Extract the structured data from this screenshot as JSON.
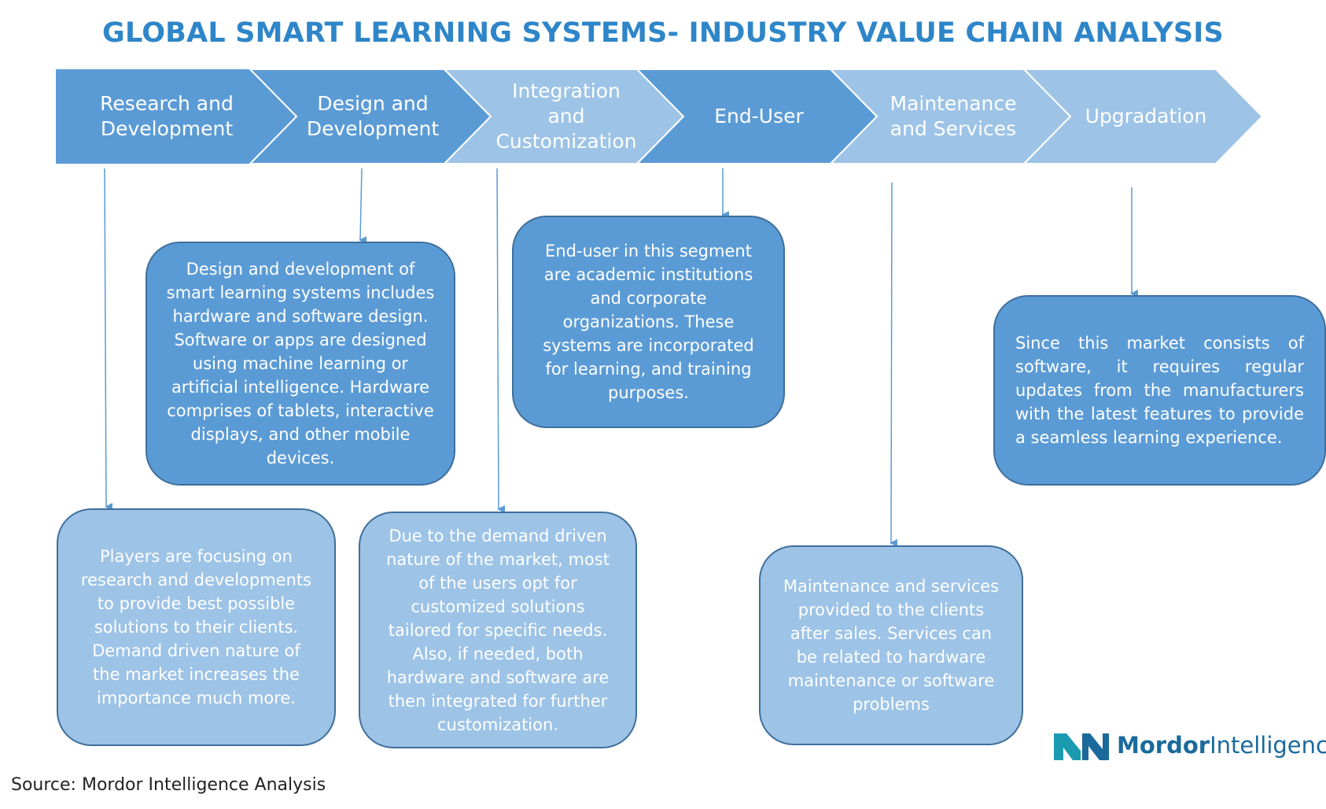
{
  "title": "GLOBAL SMART LEARNING SYSTEMS- INDUSTRY VALUE CHAIN ANALYSIS",
  "stages": [
    {
      "label": "Research and Development",
      "description": "Players are focusing on research and developments to provide best possible solutions to their clients. Demand driven nature of the market increases the importance much more."
    },
    {
      "label": "Design and Development",
      "description": "Design and development of smart learning systems includes hardware and software design. Software or apps are designed using machine learning or artificial intelligence. Hardware comprises of tablets, interactive displays, and other mobile devices."
    },
    {
      "label": "Integration and Customization",
      "description": "Due to the demand driven nature of the market, most of the users opt for customized solutions tailored for specific needs. Also, if needed, both hardware and software are then integrated for further customization."
    },
    {
      "label": "End-User",
      "description": "End-user in this segment are academic institutions and corporate organizations. These systems are incorporated for learning, and training purposes."
    },
    {
      "label": "Maintenance and Services",
      "description": "Maintenance and services provided to the clients after sales. Services can be related to hardware maintenance or software problems"
    },
    {
      "label": "Upgradation",
      "description": "Since this market consists of software, it requires regular updates from the manufacturers with the latest features to provide a seamless learning experience."
    }
  ],
  "source": "Source: Mordor Intelligence Analysis",
  "brand": {
    "name_part1": "Mordor",
    "name_part2": "Intelligence"
  },
  "colors": {
    "title": "#2e86c9",
    "dark": "#5b9bd5",
    "light": "#9dc3e6",
    "arrow": "#5b9bd5",
    "border": "#3e6f9c",
    "brand": "#1a6a9c"
  }
}
